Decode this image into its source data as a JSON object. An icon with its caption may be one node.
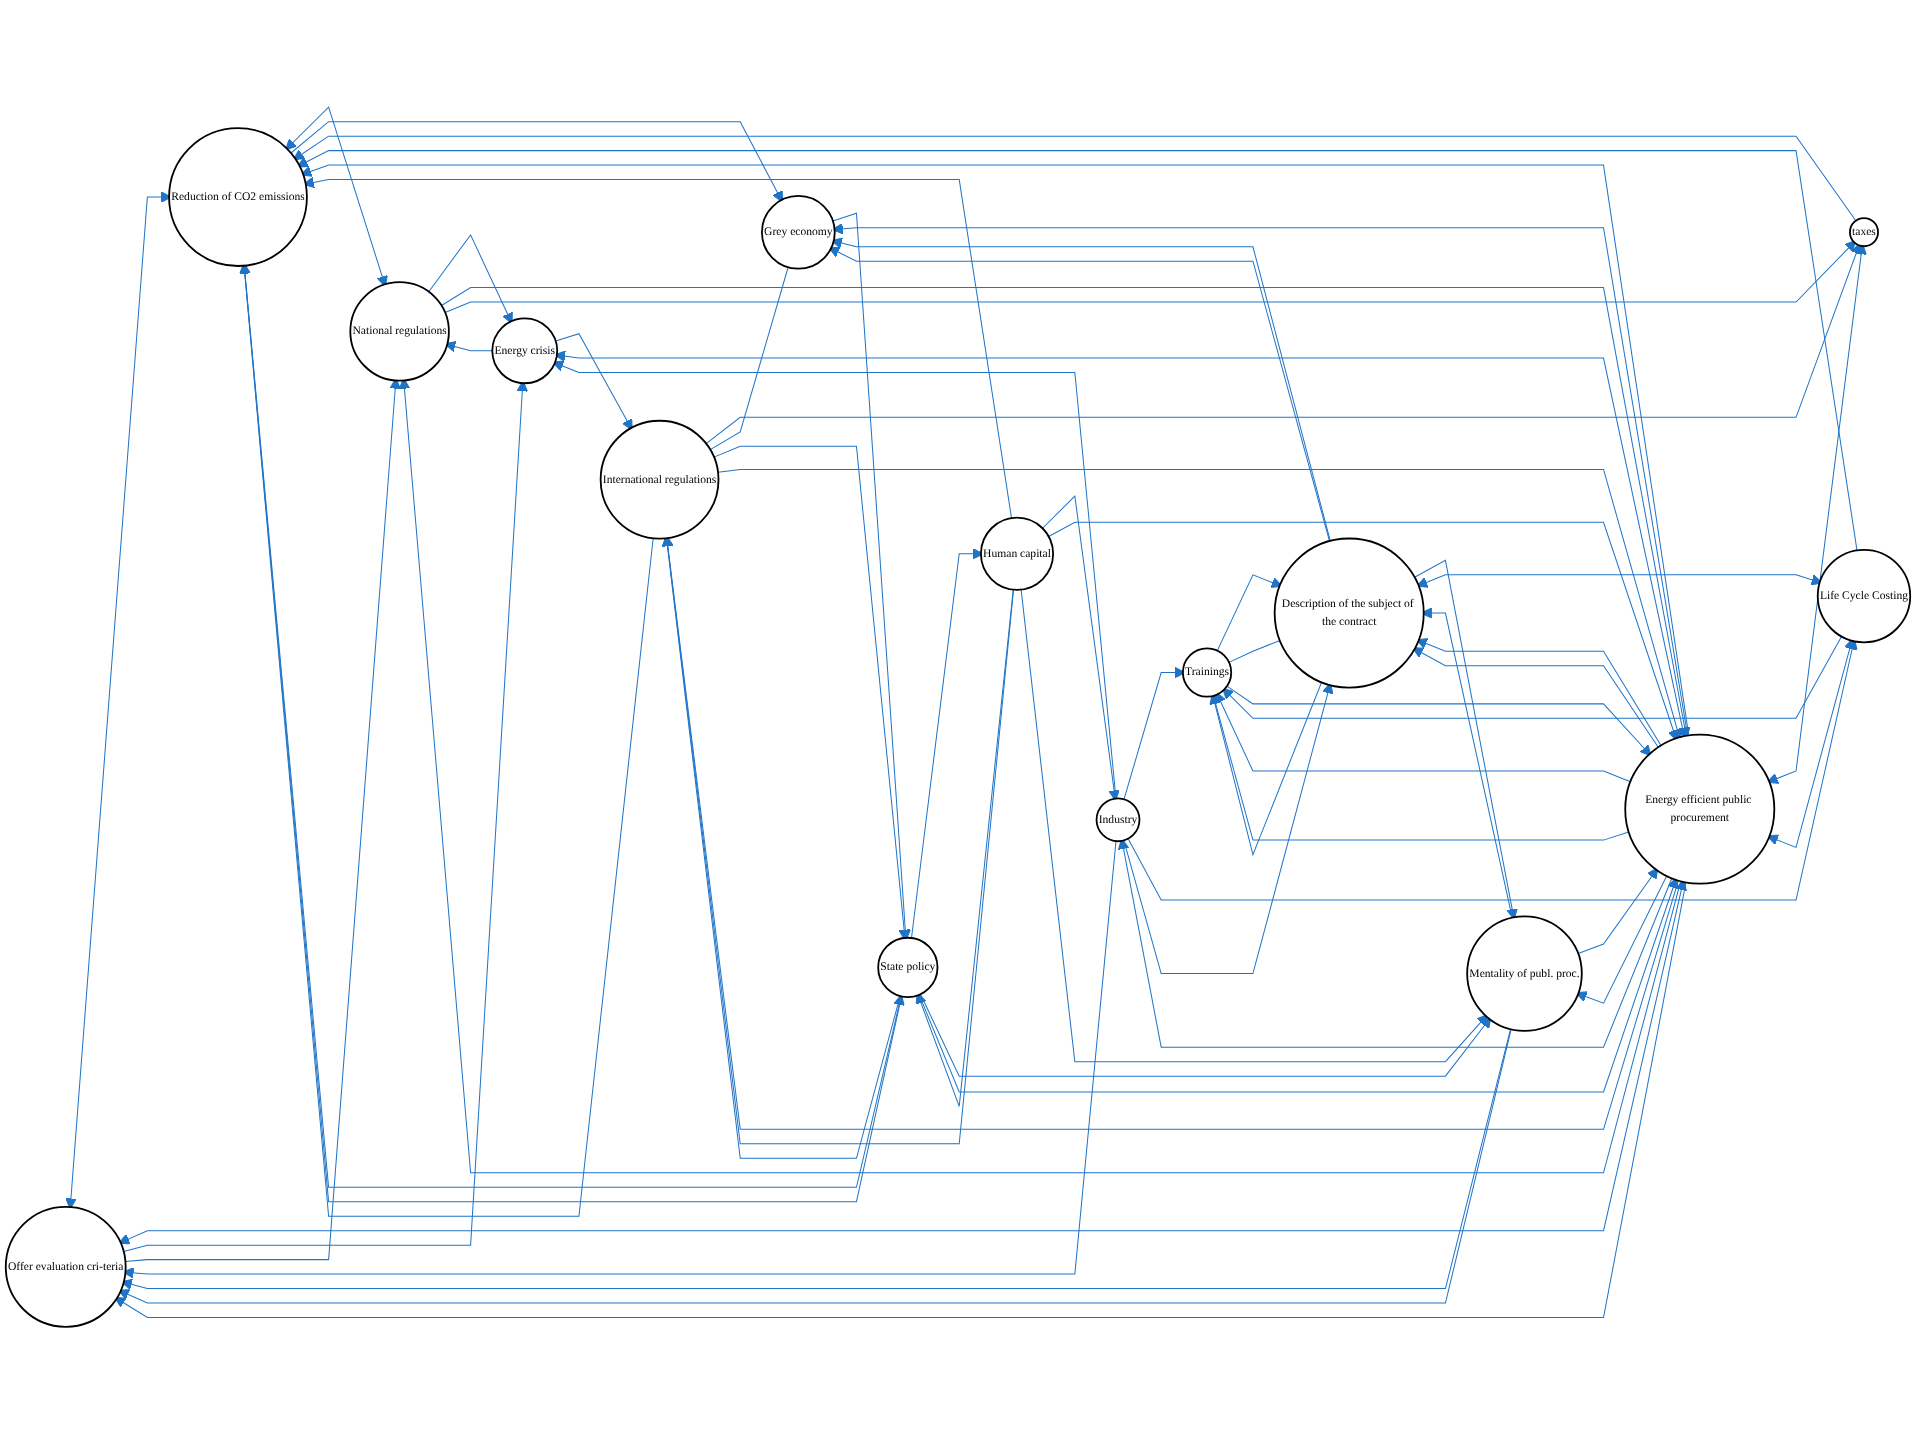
{
  "diagram": {
    "nodes": [
      {
        "text": [
          "Offer evaluation cri-teria"
        ]
      },
      {
        "text": [
          "Industry"
        ]
      },
      {
        "text": [
          "Human capital"
        ]
      },
      {
        "text": [
          "State policy"
        ]
      },
      {
        "text": [
          "Reduction of CO2 emissions"
        ]
      },
      {
        "text": [
          "Mentality of publ. proc."
        ]
      },
      {
        "text": [
          "Energy efficient public procurement"
        ]
      },
      {
        "text": [
          "National regulations"
        ]
      },
      {
        "text": [
          "Description of the subject of the contract"
        ]
      },
      {
        "text": [
          "Energy crisis"
        ]
      },
      {
        "text": [
          "Trainings"
        ]
      },
      {
        "text": [
          "Life Cycle Costing"
        ]
      },
      {
        "text": [
          "taxes"
        ]
      },
      {
        "text": [
          "International regulations"
        ]
      },
      {
        "text": [
          "Grey economy"
        ]
      }
    ],
    "edges": [
      {
        "from": 2,
        "to": 1,
        "arrow": "to"
      },
      {
        "from": 2,
        "to": 4,
        "arrow": "to"
      },
      {
        "from": 3,
        "to": 2,
        "arrow": "to"
      },
      {
        "from": 2,
        "to": 3,
        "arrow": "to"
      },
      {
        "from": 3,
        "to": 4,
        "arrow": "both"
      },
      {
        "from": 3,
        "to": 4,
        "arrow": "to"
      },
      {
        "from": 1,
        "to": 0,
        "arrow": "to"
      },
      {
        "from": 5,
        "to": 0,
        "arrow": "to"
      },
      {
        "from": 5,
        "to": 0,
        "arrow": "to"
      },
      {
        "from": 5,
        "to": 8,
        "arrow": "to"
      },
      {
        "from": 8,
        "to": 5,
        "arrow": "to"
      },
      {
        "from": 8,
        "to": 10,
        "arrow": "to"
      },
      {
        "from": 10,
        "to": 8,
        "arrow": "to"
      },
      {
        "from": 10,
        "to": 8,
        "arrow": "none"
      },
      {
        "from": 4,
        "to": 7,
        "arrow": "both"
      },
      {
        "from": 4,
        "to": 14,
        "arrow": "to"
      },
      {
        "from": 7,
        "to": 9,
        "arrow": "to"
      },
      {
        "from": 9,
        "to": 7,
        "arrow": "to"
      },
      {
        "from": 13,
        "to": 12,
        "arrow": "to"
      },
      {
        "from": 6,
        "to": 12,
        "arrow": "both"
      },
      {
        "from": 6,
        "to": 11,
        "arrow": "both"
      },
      {
        "from": 2,
        "to": 6,
        "arrow": "to"
      },
      {
        "from": 8,
        "to": 11,
        "arrow": "both"
      },
      {
        "from": 13,
        "to": 14,
        "arrow": "none"
      },
      {
        "from": 9,
        "to": 13,
        "arrow": "to"
      },
      {
        "from": 6,
        "to": 9,
        "arrow": "both"
      },
      {
        "from": 0,
        "to": 4,
        "arrow": "both"
      },
      {
        "from": 8,
        "to": 14,
        "arrow": "to"
      },
      {
        "from": 8,
        "to": 14,
        "arrow": "to"
      },
      {
        "from": 11,
        "to": 10,
        "arrow": "to"
      },
      {
        "from": 6,
        "to": 10,
        "arrow": "to"
      },
      {
        "from": 6,
        "to": 10,
        "arrow": "to"
      },
      {
        "from": 1,
        "to": 10,
        "arrow": "to"
      },
      {
        "from": 1,
        "to": 11,
        "arrow": "to"
      },
      {
        "from": 6,
        "to": 1,
        "arrow": "to"
      },
      {
        "from": 0,
        "to": 6,
        "arrow": "both"
      },
      {
        "from": 6,
        "to": 0,
        "arrow": "to"
      },
      {
        "from": 7,
        "to": 6,
        "arrow": "to"
      },
      {
        "from": 6,
        "to": 7,
        "arrow": "to"
      },
      {
        "from": 13,
        "to": 4,
        "arrow": "to"
      },
      {
        "from": 12,
        "to": 4,
        "arrow": "to"
      },
      {
        "from": 11,
        "to": 4,
        "arrow": "to"
      },
      {
        "from": 6,
        "to": 8,
        "arrow": "to"
      },
      {
        "from": 6,
        "to": 8,
        "arrow": "to"
      },
      {
        "from": 10,
        "to": 6,
        "arrow": "to"
      },
      {
        "from": 5,
        "to": 6,
        "arrow": "to"
      },
      {
        "from": 6,
        "to": 5,
        "arrow": "to"
      },
      {
        "from": 2,
        "to": 5,
        "arrow": "to"
      },
      {
        "from": 3,
        "to": 5,
        "arrow": "to"
      },
      {
        "from": 0,
        "to": 9,
        "arrow": "to"
      },
      {
        "from": 1,
        "to": 9,
        "arrow": "to"
      },
      {
        "from": 2,
        "to": 13,
        "arrow": "to"
      },
      {
        "from": 3,
        "to": 13,
        "arrow": "to"
      },
      {
        "from": 6,
        "to": 14,
        "arrow": "to"
      },
      {
        "from": 6,
        "to": 13,
        "arrow": "to"
      },
      {
        "from": 13,
        "to": 3,
        "arrow": "to"
      },
      {
        "from": 14,
        "to": 3,
        "arrow": "to"
      },
      {
        "from": 13,
        "to": 6,
        "arrow": "to"
      },
      {
        "from": 7,
        "to": 12,
        "arrow": "to"
      },
      {
        "from": 1,
        "to": 8,
        "arrow": "to"
      },
      {
        "from": 0,
        "to": 7,
        "arrow": "to"
      },
      {
        "from": 6,
        "to": 4,
        "arrow": "to"
      },
      {
        "from": 3,
        "to": 6,
        "arrow": "to"
      }
    ]
  }
}
